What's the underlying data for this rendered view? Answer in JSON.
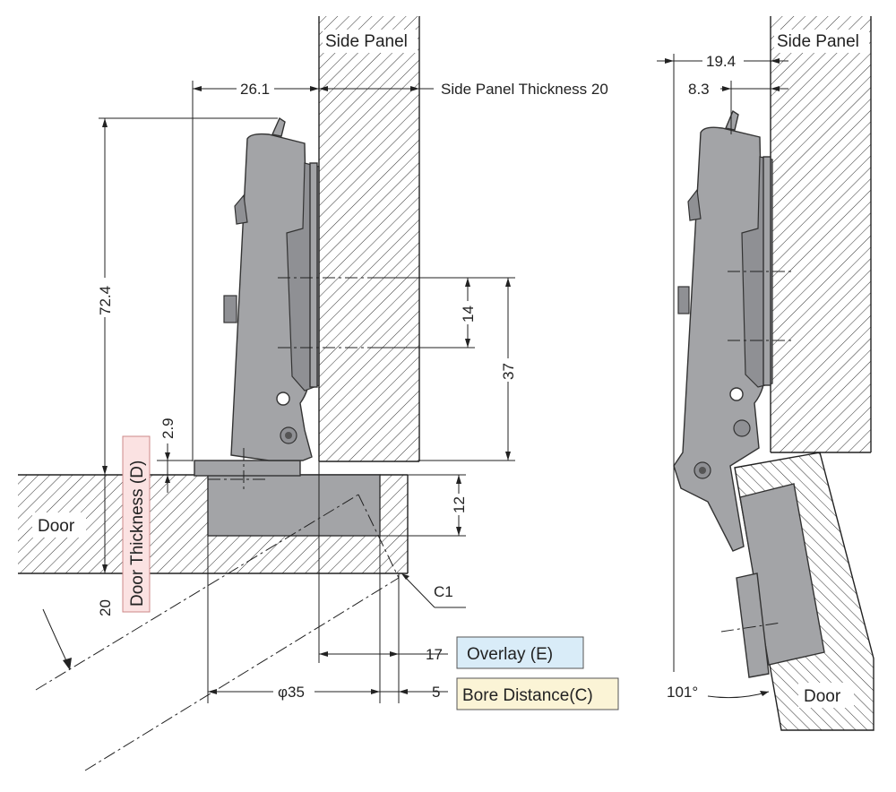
{
  "labels": {
    "side_panel_left": "Side Panel",
    "side_panel_right": "Side Panel",
    "side_panel_thickness": "Side Panel Thickness 20",
    "door_left": "Door",
    "door_right": "Door",
    "door_thickness": "Door Thickness (D)",
    "overlay": "Overlay (E)",
    "bore_distance": "Bore Distance(C)",
    "chamfer": "C1"
  },
  "dimensions": {
    "d_26_1": "26.1",
    "d_72_4": "72.4",
    "d_14": "14",
    "d_37": "37",
    "d_2_9": "2.9",
    "d_12": "12",
    "d_20": "20",
    "d_17": "17",
    "d_phi35": "φ35",
    "d_5": "5",
    "d_19_4": "19.4",
    "d_8_3": "8.3",
    "angle_101": "101°"
  },
  "colors": {
    "metal": "#a3a4a7",
    "overlay_box": "#d9ecf8",
    "bore_box": "#fbf4d6",
    "door_thickness_box": "#fbe2e2"
  }
}
